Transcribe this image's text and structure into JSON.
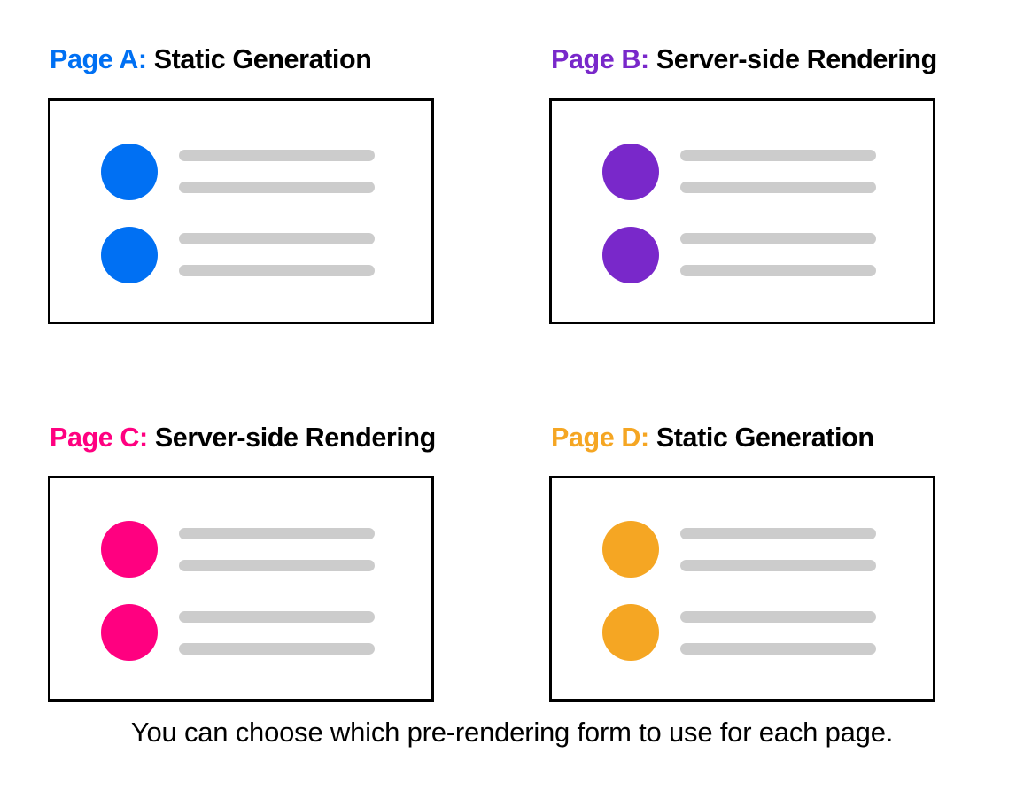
{
  "colors": {
    "blue": "#0070f3",
    "purple": "#7928ca",
    "pink": "#ff0080",
    "orange": "#f5a623",
    "line_gray": "#cccccc",
    "border_black": "#000000",
    "text_black": "#000000",
    "background": "#ffffff"
  },
  "panels": [
    {
      "id": "page-a",
      "page_label": "Page A:",
      "mode_label": "Static Generation",
      "accent": "#0070f3",
      "rows": [
        {
          "avatar": "avatar-circle",
          "lines": [
            "line-placeholder",
            "line-placeholder"
          ]
        },
        {
          "avatar": "avatar-circle",
          "lines": [
            "line-placeholder",
            "line-placeholder"
          ]
        }
      ]
    },
    {
      "id": "page-b",
      "page_label": "Page B:",
      "mode_label": "Server-side Rendering",
      "accent": "#7928ca",
      "rows": [
        {
          "avatar": "avatar-circle",
          "lines": [
            "line-placeholder",
            "line-placeholder"
          ]
        },
        {
          "avatar": "avatar-circle",
          "lines": [
            "line-placeholder",
            "line-placeholder"
          ]
        }
      ]
    },
    {
      "id": "page-c",
      "page_label": "Page C:",
      "mode_label": "Server-side Rendering",
      "accent": "#ff0080",
      "rows": [
        {
          "avatar": "avatar-circle",
          "lines": [
            "line-placeholder",
            "line-placeholder"
          ]
        },
        {
          "avatar": "avatar-circle",
          "lines": [
            "line-placeholder",
            "line-placeholder"
          ]
        }
      ]
    },
    {
      "id": "page-d",
      "page_label": "Page D:",
      "mode_label": "Static Generation",
      "accent": "#f5a623",
      "rows": [
        {
          "avatar": "avatar-circle",
          "lines": [
            "line-placeholder",
            "line-placeholder"
          ]
        },
        {
          "avatar": "avatar-circle",
          "lines": [
            "line-placeholder",
            "line-placeholder"
          ]
        }
      ]
    }
  ],
  "caption": "You can choose which pre-rendering form to use for each page."
}
